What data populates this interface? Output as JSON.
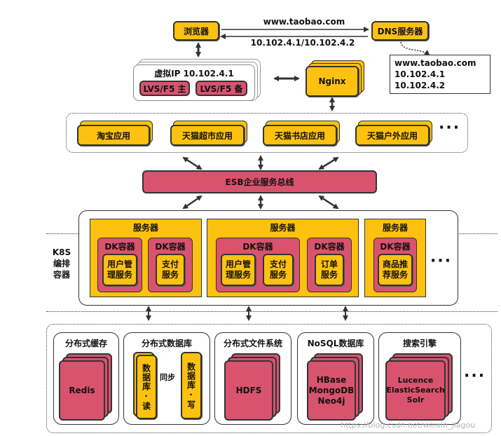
{
  "top": {
    "browser": "浏览器",
    "dns_server": "DNS服务器",
    "request_domain": "www.taobao.com",
    "response_ips": "10.102.4.1/10.102.4.2",
    "dns_record": {
      "domain": "www.taobao.com",
      "ip1": "10.102.4.1",
      "ip2": "10.102.4.2"
    },
    "virtual_ip": "虚拟IP 10.102.4.1",
    "lvs_main": "LVS/F5 主",
    "lvs_backup": "LVS/F5 备",
    "nginx": "Nginx"
  },
  "apps": {
    "items": [
      "淘宝应用",
      "天猫超市应用",
      "天猫书店应用",
      "天猫户外应用"
    ],
    "more": "···"
  },
  "esb": "ESB企业服务总线",
  "k8s": {
    "label": "K8S 编排 容器",
    "label_lines": [
      "K8S",
      "编排",
      "容器"
    ],
    "servers": [
      {
        "title": "服务器",
        "containers": [
          {
            "title": "DK容器",
            "service": "用户管理服务",
            "service_lines": [
              "用户管",
              "理服务"
            ]
          },
          {
            "title": "DK容器",
            "service": "支付服务",
            "service_lines": [
              "支付",
              "服务"
            ]
          }
        ]
      },
      {
        "title": "服务器",
        "shared_container_title": "DK容器",
        "containers": [
          {
            "title": "",
            "service": "用户管理服务",
            "service_lines": [
              "用户管",
              "理服务"
            ]
          },
          {
            "title": "",
            "service": "支付服务",
            "service_lines": [
              "支付",
              "服务"
            ]
          },
          {
            "title": "DK容器",
            "service": "订单服务",
            "service_lines": [
              "订单",
              "服务"
            ]
          }
        ]
      },
      {
        "title": "服务器",
        "containers": [
          {
            "title": "DK容器",
            "service": "商品推荐服务",
            "service_lines": [
              "商品推",
              "荐服务"
            ]
          }
        ]
      }
    ],
    "more": "···"
  },
  "storage": {
    "cache": {
      "title": "分布式缓存",
      "item": "Redis"
    },
    "database": {
      "title": "分布式数据库",
      "read": "数据库·读",
      "write": "数据库·写",
      "sync": "同步"
    },
    "filesystem": {
      "title": "分布式文件系统",
      "item": "HDFS"
    },
    "nosql": {
      "title": "NoSQL数据库",
      "items": [
        "HBase",
        "MongoDB",
        "Neo4j"
      ]
    },
    "search": {
      "title": "搜索引擎",
      "items": [
        "Lucence",
        "ElasticSearch",
        "Solr"
      ]
    },
    "more": "···"
  },
  "watermark": "https://blog.csdn.net/weixin_jiagou"
}
